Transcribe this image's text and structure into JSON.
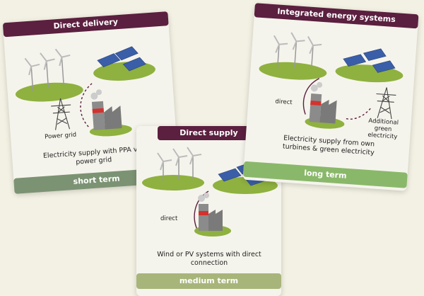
{
  "cards": {
    "direct_delivery": {
      "title": "Direct delivery",
      "label_grid": "Power grid",
      "caption": "Electricity supply with PPA via power grid",
      "footer": "short term",
      "footer_color": "#7c9373"
    },
    "integrated": {
      "title": "Integrated energy systems",
      "label_direct": "direct",
      "label_additional": "Additional green electricity",
      "caption": "Electricity supply from own turbines & green electricity",
      "footer": "long term",
      "footer_color": "#8ab86a"
    },
    "direct_supply": {
      "title": "Direct supply",
      "label_direct": "direct",
      "caption": "Wind or PV systems with direct connection",
      "footer": "medium term",
      "footer_color": "#a8b57a"
    }
  },
  "colors": {
    "header": "#5b1f3f",
    "grass": "#8fb13f",
    "panel": "#3b5ea8",
    "factory": "#8b8b8b",
    "factory_band": "#d4322e"
  },
  "icons": [
    "wind-turbine-icon",
    "solar-panel-icon",
    "power-pylon-icon",
    "factory-icon"
  ]
}
